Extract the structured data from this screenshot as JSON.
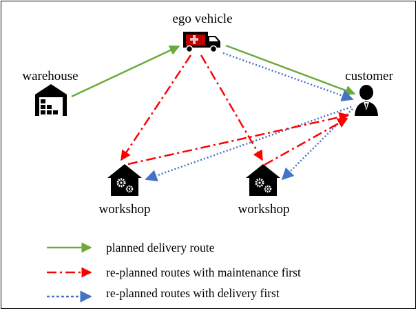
{
  "nodes": {
    "ego_vehicle": "ego vehicle",
    "warehouse": "warehouse",
    "customer": "customer",
    "workshop_left": "workshop",
    "workshop_right": "workshop"
  },
  "legend": {
    "planned": "planned delivery route",
    "maintenance_first": "re-planned routes with maintenance first",
    "delivery_first": "re-planned routes with delivery first"
  },
  "colors": {
    "planned": "#6aaa3a",
    "maintenance_first": "#ff0000",
    "delivery_first": "#4472c4"
  },
  "icons": [
    "warehouse-icon",
    "truck-icon",
    "person-icon",
    "workshop-icon"
  ]
}
